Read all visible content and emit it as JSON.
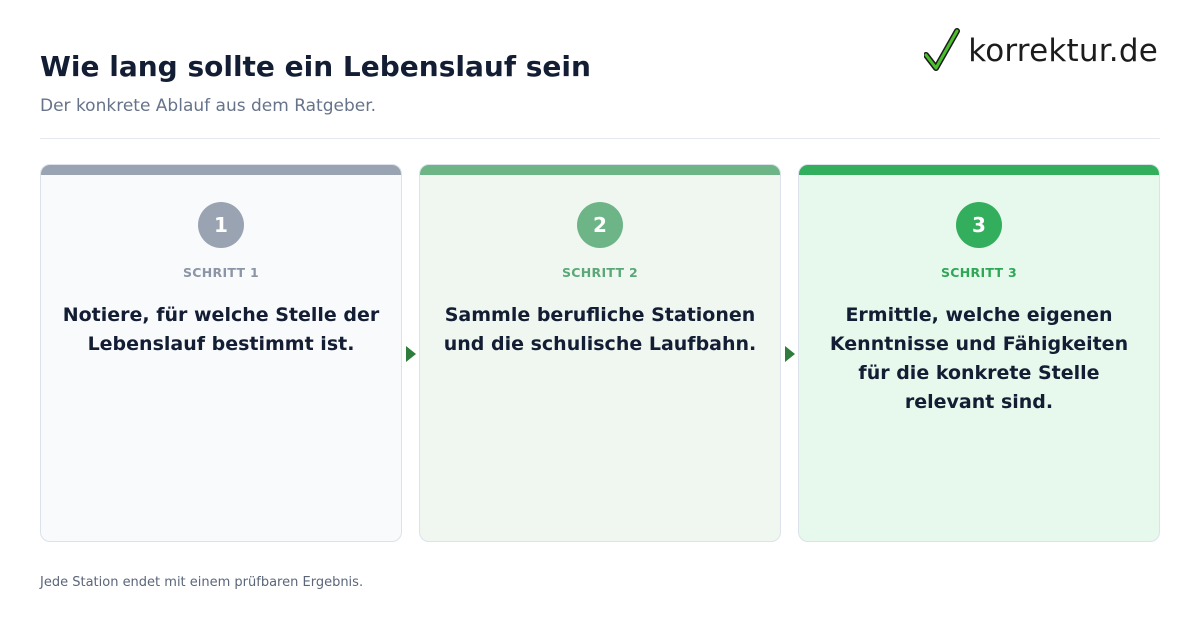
{
  "header": {
    "title": "Wie lang sollte ein Lebenslauf sein",
    "subtitle": "Der konkrete Ablauf aus dem Ratgeber."
  },
  "logo": {
    "text": "korrektur.de",
    "icon": "checkmark-icon",
    "check_color": "#4bbf2d"
  },
  "steps": [
    {
      "number": "1",
      "label": "SCHRITT 1",
      "text": "Notiere, für welche Stelle der Lebenslauf bestimmt ist.",
      "accent": "#9aa3b2",
      "label_color": "#8b95a5",
      "background": "#f8fafc"
    },
    {
      "number": "2",
      "label": "SCHRITT 2",
      "text": "Sammle berufliche Stationen und die schulische Laufbahn.",
      "accent": "#6db587",
      "label_color": "#5aa877",
      "background": "#f0f7f1"
    },
    {
      "number": "3",
      "label": "SCHRITT 3",
      "text": "Ermittle, welche eigenen Kenntnisse und Fähigkeiten für die konkrete Stelle relevant sind.",
      "accent": "#33ae5c",
      "label_color": "#2ea857",
      "background": "#e7f8ec"
    }
  ],
  "footer": {
    "note": "Jede Station endet mit einem prüfbaren Ergebnis."
  },
  "colors": {
    "title": "#131d33",
    "subtitle": "#66738a",
    "arrow": "#2e7d3c",
    "card_border": "#dbe2ea"
  }
}
